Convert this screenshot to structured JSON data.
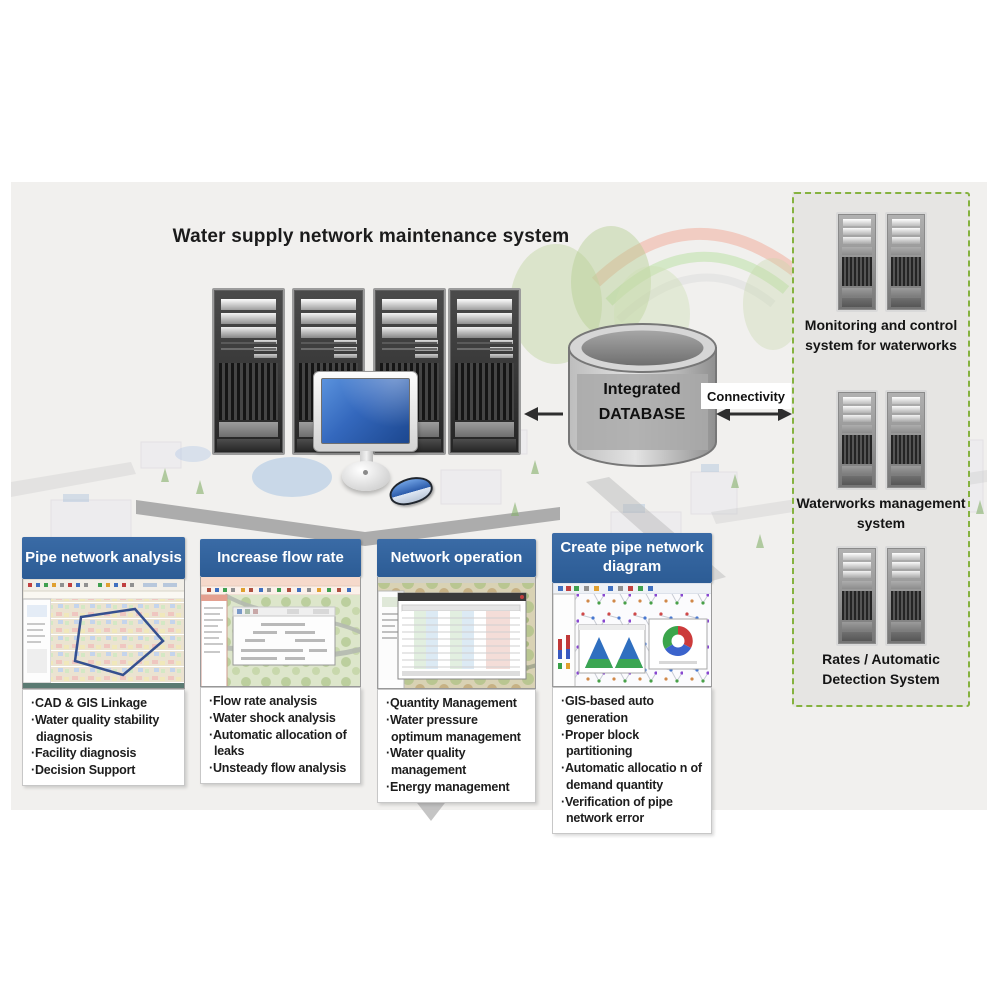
{
  "title": "Water supply network maintenance system",
  "database": {
    "label": "Integrated DATABASE"
  },
  "connectivity_label": "Connectivity",
  "right_panel": {
    "systems": [
      {
        "label": "Monitoring and control system for waterworks"
      },
      {
        "label": "Waterworks management system"
      },
      {
        "label": "Rates / Automatic Detection System"
      }
    ]
  },
  "columns": [
    {
      "header": "Pipe network analysis",
      "bullets": [
        "·CAD & GIS Linkage",
        "·Water quality stability diagnosis",
        "·Facility diagnosis",
        "·Decision Support"
      ]
    },
    {
      "header": "Increase flow rate",
      "bullets": [
        "·Flow rate analysis",
        "·Water shock analysis",
        "·Automatic allocation of leaks",
        "·Unsteady flow analysis"
      ]
    },
    {
      "header": "Network operation",
      "bullets": [
        "·Quantity Management",
        "·Water pressure optimum management",
        "·Water quality management",
        "·Energy management"
      ]
    },
    {
      "header": "Create pipe network diagram",
      "bullets": [
        "·GIS-based auto generation",
        "·Proper block partitioning",
        "·Automatic allocatio n of demand quantity",
        "·Verification of pipe network error"
      ]
    }
  ],
  "icons": {
    "server_tower": "tall dark server tower illustration",
    "mini_server_pair": "pair of small gray server towers",
    "database_cylinder": "gray database cylinder",
    "monitor": "desktop monitor with blue screen",
    "mouse": "blue computer mouse",
    "arrow_left": "arrow from database to servers",
    "double_arrow": "double-headed connectivity arrow",
    "down_arrow": "gray downward arrow below columns"
  },
  "colors": {
    "header_blue": "#2e5f98",
    "panel_border_green": "#85b23f",
    "monitor_screen_blue": "#2b63b5",
    "figure_background": "#f1f0ee"
  }
}
